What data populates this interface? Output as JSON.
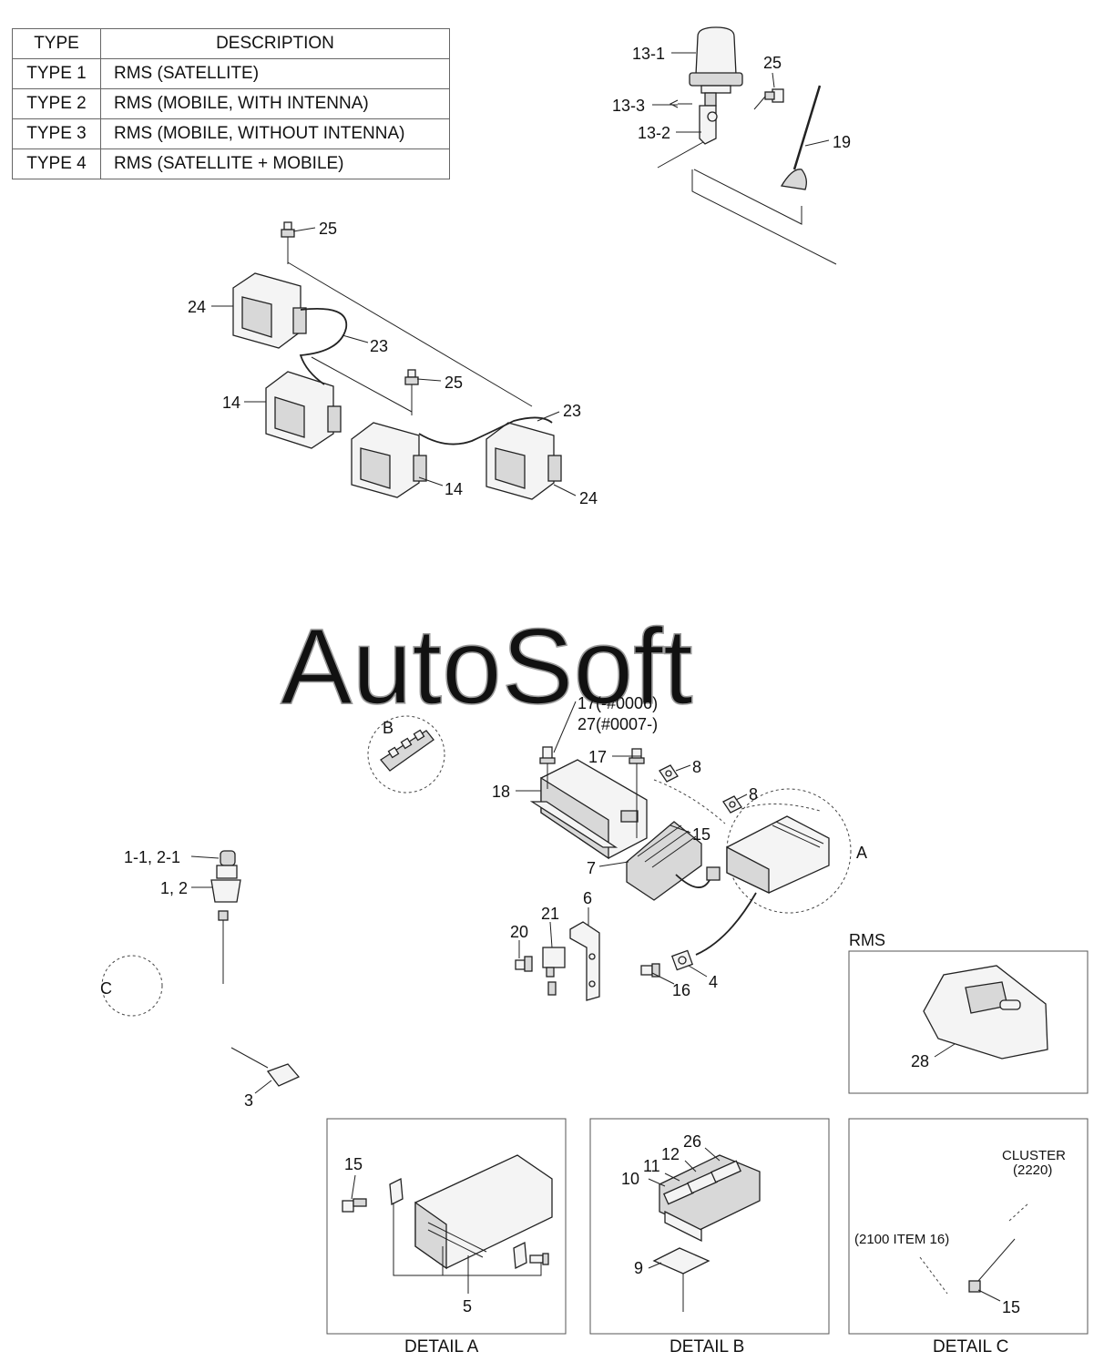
{
  "table": {
    "headers": [
      "TYPE",
      "DESCRIPTION"
    ],
    "rows": [
      {
        "type": "TYPE 1",
        "description": "RMS (SATELLITE)"
      },
      {
        "type": "TYPE 2",
        "description": "RMS (MOBILE, WITH INTENNA)"
      },
      {
        "type": "TYPE 3",
        "description": "RMS (MOBILE, WITHOUT INTENNA)"
      },
      {
        "type": "TYPE 4",
        "description": "RMS (SATELLITE + MOBILE)"
      }
    ]
  },
  "watermark": "AutoSoft",
  "labels": {
    "l13_1": "13-1",
    "l13_2": "13-2",
    "l13_3": "13-3",
    "l25a": "25",
    "l25b": "25",
    "l25c": "25",
    "l19": "19",
    "l24a": "24",
    "l24b": "24",
    "l23a": "23",
    "l23b": "23",
    "l14a": "14",
    "l14b": "14",
    "l17a": "17(-#0006)",
    "l27": "27(#0007-)",
    "l17b": "17",
    "l8a": "8",
    "l8b": "8",
    "l18": "18",
    "l15": "15",
    "l7": "7",
    "lA": "A",
    "lB": "B",
    "l6": "6",
    "l21": "21",
    "l20": "20",
    "l16": "16",
    "l4": "4",
    "l1_1": "1-1, 2-1",
    "l1_2": "1, 2",
    "lC": "C",
    "l3": "3",
    "rms_title": "RMS",
    "l28": "28",
    "a15": "15",
    "a5": "5",
    "b26": "26",
    "b12": "12",
    "b11": "11",
    "b10": "10",
    "b9": "9",
    "c_cluster1": "CLUSTER",
    "c_cluster2": "(2220)",
    "c_item": "(2100 ITEM 16)",
    "c15": "15"
  },
  "details": {
    "a": "DETAIL A",
    "b": "DETAIL B",
    "c": "DETAIL C"
  }
}
